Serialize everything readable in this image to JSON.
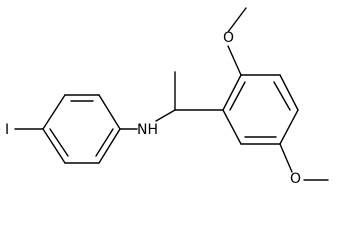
{
  "structure": {
    "atoms": {
      "iodine": "I",
      "amine": "NH",
      "oxygen_top": "O",
      "oxygen_bottom": "O"
    },
    "colors": {
      "bond": "#000000",
      "background": "#ffffff"
    }
  }
}
